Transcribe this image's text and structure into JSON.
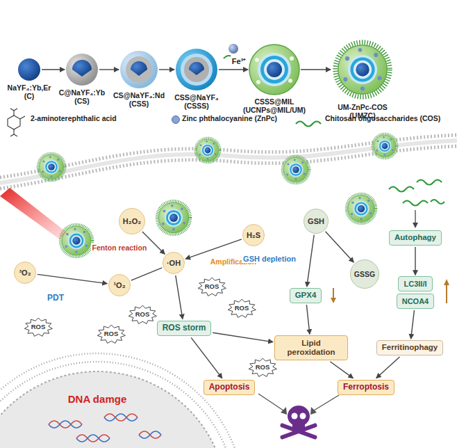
{
  "diagram": {
    "nodes": [
      {
        "text": [
          "NaYF₄:Yb,Er (C)"
        ]
      },
      {
        "text": [
          "C@NaYF₄:Yb (CS)"
        ]
      },
      {
        "text": [
          "CS@NaYF₄:Nd (CSS)"
        ]
      },
      {
        "text": [
          "CSS@NaYF₄ (CSSS)"
        ]
      },
      {
        "text": [
          "CSSS@MIL (UCNPs@MIL/UM)"
        ]
      },
      {
        "text": [
          "UM-ZnPc-COS (UMZC)"
        ]
      },
      {
        "text": [
          "H₂O₂"
        ]
      },
      {
        "text": [
          "H₂S"
        ]
      },
      {
        "text": [
          "³O₂"
        ]
      },
      {
        "text": [
          "¹O₂"
        ]
      },
      {
        "text": [
          "·OH"
        ]
      },
      {
        "text": [
          "GSH"
        ]
      },
      {
        "text": [
          "GSSG"
        ]
      },
      {
        "text": [
          "GPX4"
        ]
      },
      {
        "text": [
          "ROS storm"
        ]
      },
      {
        "text": [
          "Lipid peroxidation"
        ]
      },
      {
        "text": [
          "Apoptosis"
        ]
      },
      {
        "text": [
          "Ferroptosis"
        ]
      },
      {
        "text": [
          "Autophagy"
        ]
      },
      {
        "text": [
          "LC3II/I"
        ]
      },
      {
        "text": [
          "NCOA4"
        ]
      },
      {
        "text": [
          "Ferritinophagy"
        ]
      },
      {
        "text": [
          "DNA damge"
        ]
      },
      {
        "text": [
          "ROS"
        ]
      },
      {
        "text": [
          "ROS"
        ]
      },
      {
        "text": [
          "ROS"
        ]
      },
      {
        "text": [
          "ROS"
        ]
      },
      {
        "text": [
          "ROS"
        ]
      },
      {
        "text": [
          "ROS"
        ]
      }
    ],
    "edges": [
      {
        "from": 0,
        "to": 1,
        "arrow": "to"
      },
      {
        "from": 1,
        "to": 2,
        "arrow": "to"
      },
      {
        "from": 2,
        "to": 3,
        "arrow": "to"
      },
      {
        "from": 3,
        "to": 4,
        "label": "Fe³⁺",
        "arrow": "to"
      },
      {
        "from": 4,
        "to": 5,
        "arrow": "to"
      },
      {
        "from": 8,
        "to": 9,
        "arrow": "to"
      },
      {
        "from": 6,
        "to": 10,
        "arrow": "to"
      },
      {
        "from": 7,
        "to": 10,
        "arrow": "to"
      },
      {
        "from": 10,
        "to": 9,
        "arrow": "none"
      },
      {
        "from": 10,
        "to": 14,
        "arrow": "to"
      },
      {
        "from": 14,
        "to": 15,
        "arrow": "to"
      },
      {
        "from": 14,
        "to": 16,
        "arrow": "to"
      },
      {
        "from": 11,
        "to": 12,
        "arrow": "to"
      },
      {
        "from": 11,
        "to": 13,
        "arrow": "to"
      },
      {
        "from": 13,
        "to": 15,
        "arrow": "to"
      },
      {
        "from": 15,
        "to": 17,
        "arrow": "to"
      },
      {
        "from": 18,
        "to": 19,
        "arrow": "to"
      },
      {
        "from": 20,
        "to": 21,
        "arrow": "to"
      },
      {
        "from": 21,
        "to": 17,
        "arrow": "to"
      }
    ],
    "labels": [
      "PDT",
      "Fenton reaction",
      "Amplification",
      "GSH depletion"
    ],
    "legend": [
      {
        "text": "2-aminoterephthalic acid"
      },
      {
        "text": "Zinc phthalocyanine (ZnPc)",
        "color": "#8aa4cf"
      },
      {
        "text": "Chitosan oligosaccharides (COS)"
      }
    ]
  }
}
